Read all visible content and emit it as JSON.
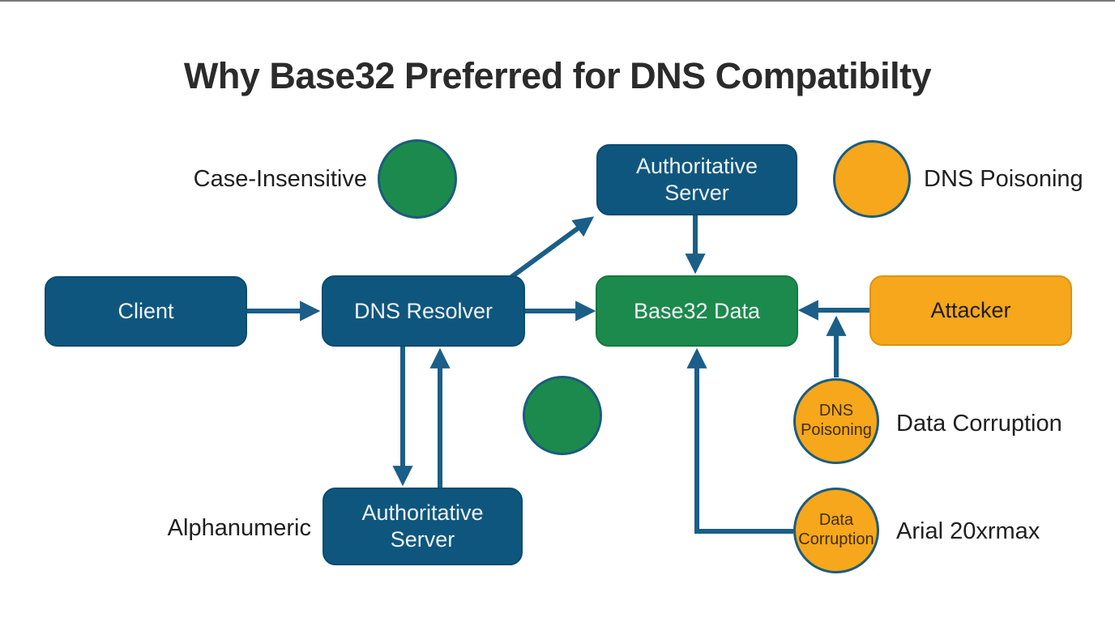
{
  "title": "Why Base32 Preferred for DNS Compatibilty",
  "colors": {
    "background": "#ffffff",
    "blue": "#0f567e",
    "blue_border": "#0c4b70",
    "green": "#1c8a4c",
    "green_border": "#157941",
    "orange": "#f6a71b",
    "orange_border": "#dd930e",
    "circle_stroke": "#1b5c7c",
    "arrow": "#1b5e87",
    "title_text": "#2b2b2b",
    "label_text": "#1f1f1f",
    "node_text_light": "#eef4f7",
    "circle_text": "#3f2f05"
  },
  "nodes": {
    "client": {
      "label": "Client"
    },
    "dns_resolver": {
      "label": "DNS Resolver"
    },
    "base32_data": {
      "label": "Base32 Data"
    },
    "attacker": {
      "label": "Attacker"
    },
    "auth_server_top": {
      "lines": [
        "Authoritative",
        "Server"
      ]
    },
    "auth_server_bottom": {
      "lines": [
        "Authoritative",
        "Server"
      ]
    }
  },
  "circles": {
    "dns_poisoning": {
      "lines": [
        "DNS",
        "Poisoning"
      ]
    },
    "data_corruption": {
      "lines": [
        "Data",
        "Corruption"
      ]
    }
  },
  "annotations": {
    "case_insensitive": "Case-Insensitive",
    "dns_poisoning": "DNS Poisoning",
    "alphanumeric": "Alphanumeric",
    "data_corruption": "Data Corruption",
    "arial_20xrmax": "Arial 20xrmax"
  }
}
